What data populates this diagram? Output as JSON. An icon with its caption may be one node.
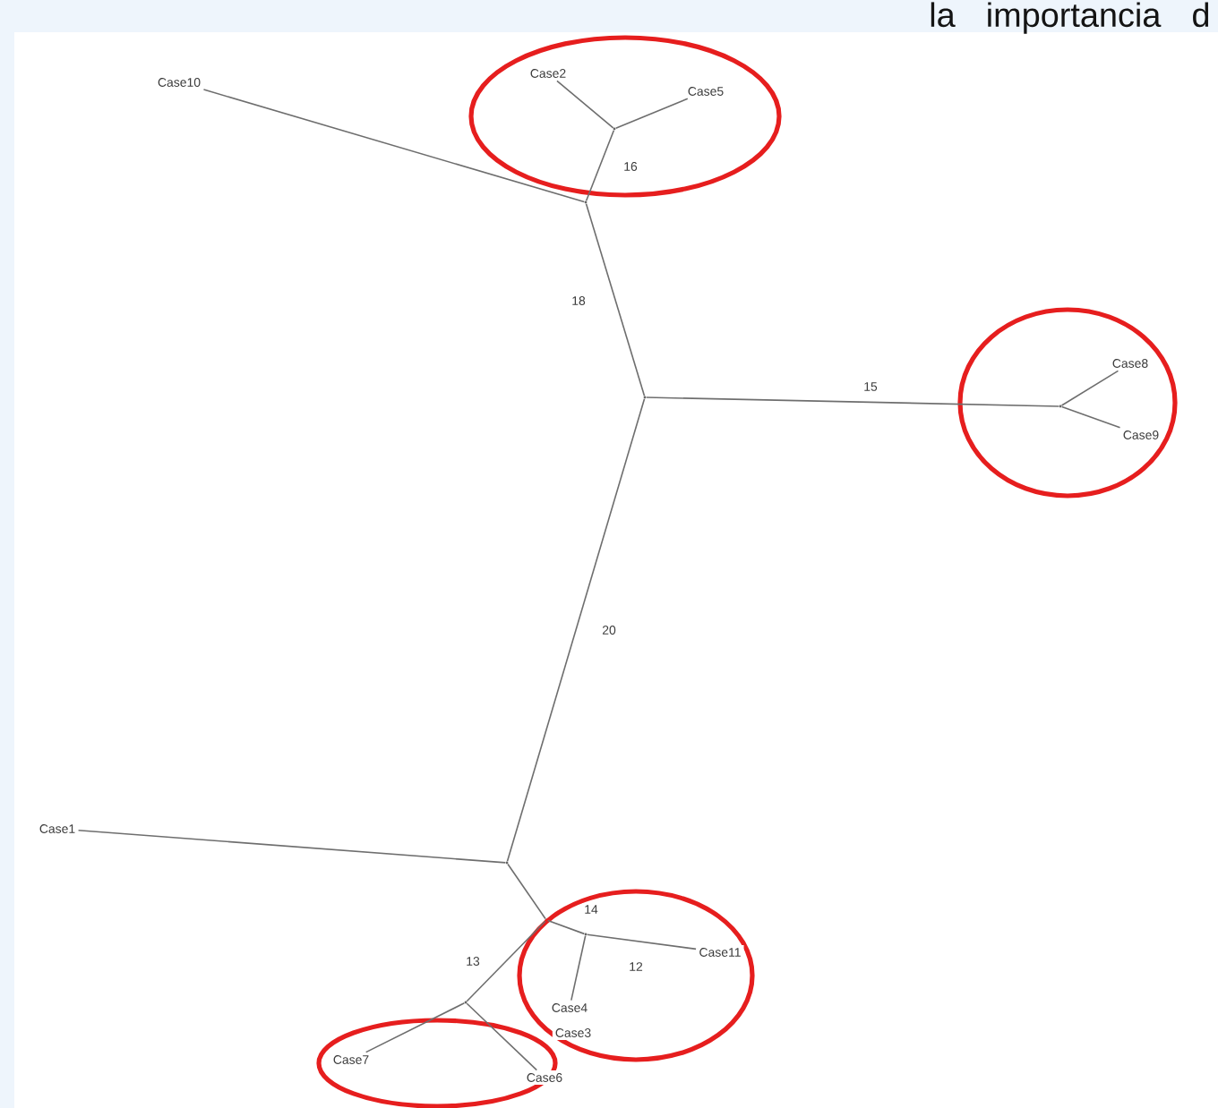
{
  "diagram": {
    "nodes": [
      {
        "text": [
          "Case10"
        ]
      },
      {
        "text": [],
        "shape": "ellipse"
      },
      {
        "text": [
          "Case2"
        ],
        "in": 1
      },
      {
        "text": [
          "Case5"
        ],
        "in": 1
      },
      {
        "text": [],
        "shape": "point",
        "in": 1
      },
      {
        "text": [],
        "shape": "point"
      },
      {
        "text": [],
        "shape": "point"
      },
      {
        "text": [],
        "shape": "ellipse"
      },
      {
        "text": [],
        "shape": "point",
        "in": 7
      },
      {
        "text": [
          "Case8"
        ],
        "in": 7
      },
      {
        "text": [
          "Case9"
        ],
        "in": 7
      },
      {
        "text": [],
        "shape": "point"
      },
      {
        "text": [
          "Case1"
        ]
      },
      {
        "text": [],
        "shape": "point"
      },
      {
        "text": [],
        "shape": "ellipse"
      },
      {
        "text": [],
        "shape": "point",
        "in": 14
      },
      {
        "text": [
          "Case11"
        ],
        "in": 14
      },
      {
        "text": [
          "Case4"
        ],
        "in": 14
      },
      {
        "text": [
          "Case3"
        ],
        "in": 14
      },
      {
        "text": [],
        "shape": "point"
      },
      {
        "text": [],
        "shape": "ellipse"
      },
      {
        "text": [
          "Case7"
        ],
        "in": 20
      },
      {
        "text": [
          "Case6"
        ],
        "in": 20
      }
    ],
    "edges": [
      {
        "from": 5,
        "to": 0,
        "arrow": "none"
      },
      {
        "from": 5,
        "to": 4,
        "arrow": "none",
        "label": "16"
      },
      {
        "from": 4,
        "to": 2,
        "arrow": "none"
      },
      {
        "from": 4,
        "to": 3,
        "arrow": "none"
      },
      {
        "from": 6,
        "to": 5,
        "arrow": "none",
        "label": "18"
      },
      {
        "from": 6,
        "to": 8,
        "arrow": "none",
        "label": "15"
      },
      {
        "from": 8,
        "to": 9,
        "arrow": "none"
      },
      {
        "from": 8,
        "to": 10,
        "arrow": "none"
      },
      {
        "from": 6,
        "to": 11,
        "arrow": "none",
        "label": "20"
      },
      {
        "from": 11,
        "to": 12,
        "arrow": "none"
      },
      {
        "from": 11,
        "to": 13,
        "arrow": "none"
      },
      {
        "from": 13,
        "to": 15,
        "arrow": "none",
        "label": "14"
      },
      {
        "from": 15,
        "to": 16,
        "arrow": "none"
      },
      {
        "from": 15,
        "to": 17,
        "arrow": "none",
        "label": "12"
      },
      {
        "from": 13,
        "to": 19,
        "arrow": "none",
        "label": "13"
      },
      {
        "from": 19,
        "to": 21,
        "arrow": "none"
      },
      {
        "from": 19,
        "to": 22,
        "arrow": "none"
      }
    ],
    "labels": [
      "la importancia d"
    ]
  }
}
